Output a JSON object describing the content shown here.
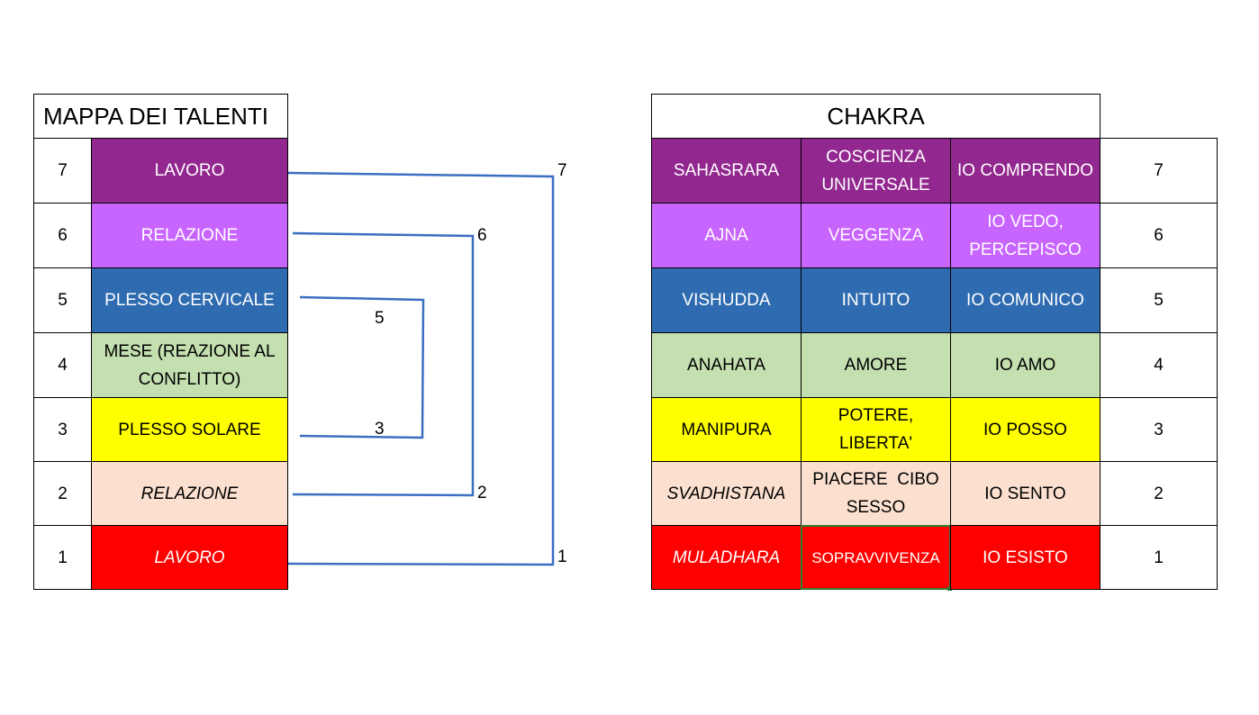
{
  "colors": {
    "purple": "#92278f",
    "violet": "#c865ff",
    "blue": "#2e6bb0",
    "green": "#c4dfb0",
    "yellow": "#ffff00",
    "peach": "#fbe0d0",
    "red": "#ff0000",
    "bracket": "#3b6fc2",
    "selection": "#2e7d32"
  },
  "talenti": {
    "title": "MAPPA DEI TALENTI",
    "rows": [
      {
        "num": "7",
        "label": "LAVORO"
      },
      {
        "num": "6",
        "label": "RELAZIONE"
      },
      {
        "num": "5",
        "label": "PLESSO CERVICALE"
      },
      {
        "num": "4",
        "label": "MESE (REAZIONE AL CONFLITTO)"
      },
      {
        "num": "3",
        "label": "PLESSO SOLARE"
      },
      {
        "num": "2",
        "label": "RELAZIONE"
      },
      {
        "num": "1",
        "label": "LAVORO"
      }
    ]
  },
  "brackets": {
    "labels": [
      "7",
      "6",
      "5",
      "3",
      "2",
      "1"
    ]
  },
  "chakra": {
    "title": "CHAKRA",
    "rows": [
      {
        "name": "SAHASRARA",
        "quality": "COSCIENZA UNIVERSALE",
        "statement": "IO COMPRENDO",
        "num": "7"
      },
      {
        "name": "AJNA",
        "quality": "VEGGENZA",
        "statement": "IO VEDO, PERCEPISCO",
        "num": "6"
      },
      {
        "name": "VISHUDDA",
        "quality": "INTUITO",
        "statement": "IO COMUNICO",
        "num": "5"
      },
      {
        "name": "ANAHATA",
        "quality": "AMORE",
        "statement": "IO AMO",
        "num": "4"
      },
      {
        "name": "MANIPURA",
        "quality": "POTERE, LIBERTA'",
        "statement": "IO POSSO",
        "num": "3"
      },
      {
        "name": "SVADHISTANA",
        "quality": "PIACERE  CIBO SESSO",
        "statement": "IO SENTO",
        "num": "2"
      },
      {
        "name": "MULADHARA",
        "quality": "SOPRAVVIVENZA",
        "statement": "IO ESISTO",
        "num": "1"
      }
    ]
  }
}
